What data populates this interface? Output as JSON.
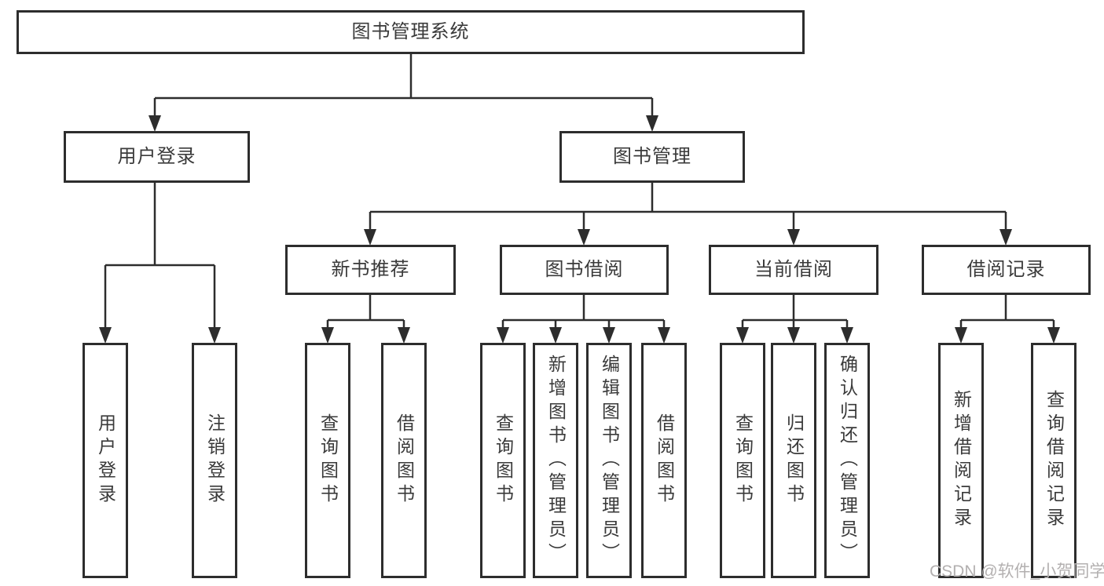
{
  "tree": {
    "root_label": "图书管理系统",
    "user_login": {
      "label": "用户登录",
      "children": [
        {
          "label": "用户登录"
        },
        {
          "label": "注销登录"
        }
      ]
    },
    "book_management": {
      "label": "图书管理",
      "groups": [
        {
          "label": "新书推荐",
          "children": [
            {
              "label": "查询图书"
            },
            {
              "label": "借阅图书"
            }
          ]
        },
        {
          "label": "图书借阅",
          "children": [
            {
              "label": "查询图书"
            },
            {
              "label": "新增图书（管理员）"
            },
            {
              "label": "编辑图书（管理员）"
            },
            {
              "label": "借阅图书"
            }
          ]
        },
        {
          "label": "当前借阅",
          "children": [
            {
              "label": "查询图书"
            },
            {
              "label": "归还图书"
            },
            {
              "label": "确认归还（管理员）"
            }
          ]
        },
        {
          "label": "借阅记录",
          "children": [
            {
              "label": "新增借阅记录"
            },
            {
              "label": "查询借阅记录"
            }
          ]
        }
      ]
    }
  },
  "watermark": "CSDN @软件_小贺同学",
  "colors": {
    "line": "#2d2d2d",
    "text": "#3a3a3a",
    "watermark": "#b3b0b0",
    "background": "#ffffff"
  }
}
